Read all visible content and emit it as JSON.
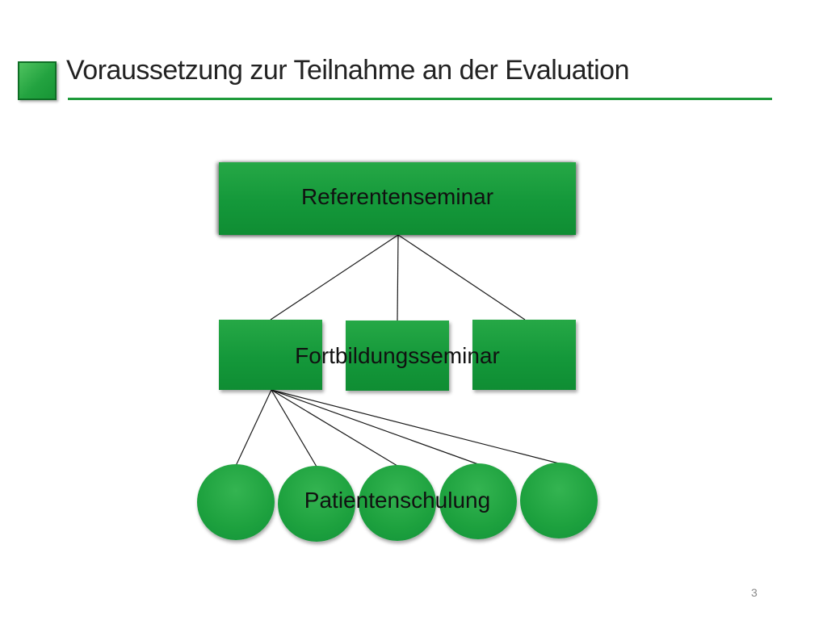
{
  "title": "Voraussetzung zur Teilnahme an der Evaluation",
  "diagram": {
    "top_node": {
      "label": "Referentenseminar"
    },
    "middle_nodes": {
      "label": "Fortbildungsseminar",
      "count": 3
    },
    "bottom_nodes": {
      "label": "Patientenschulung",
      "count": 5
    }
  },
  "colors": {
    "node_green": "#149a3b",
    "rule_green": "#1f9a3b",
    "connector": "#1a1a1a"
  },
  "page_number": "3"
}
